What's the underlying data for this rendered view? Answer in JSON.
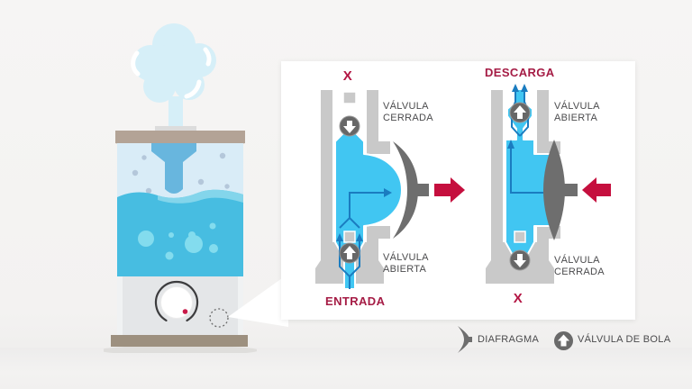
{
  "panel": {
    "intake": {
      "x_mark": "X",
      "top_valve": "VÁLVULA CERRADA",
      "bottom_valve": "VÁLVULA ABIERTA",
      "label": "ENTRADA"
    },
    "discharge": {
      "label": "DESCARGA",
      "top_valve": "VÁLVULA ABIERTA",
      "bottom_valve": "VÁLVULA CERRADA",
      "x_mark": "X"
    }
  },
  "legend": {
    "diaphragm": "DIAFRAGMA",
    "ball_valve": "VÁLVULA DE BOLA"
  },
  "colors": {
    "accent_red_arrow": "#c50f3e",
    "label_red": "#a51c45",
    "fluid_blue": "#41c6f2",
    "flow_line_blue": "#1a7cc0",
    "pipe_grey": "#c9c9c9",
    "valve_grey": "#6a6a6a",
    "label_grey": "#4b4b4d",
    "water_blue": "#47bde1",
    "steam_blue": "#d6eff8",
    "lid_tan": "#b3a396"
  }
}
